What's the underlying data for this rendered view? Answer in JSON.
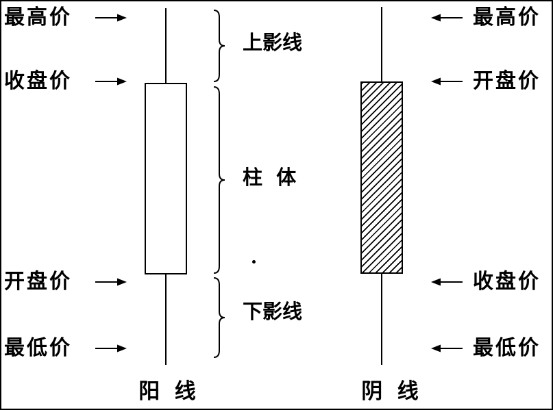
{
  "diagram": {
    "left_candle": {
      "price_labels": [
        "最高价",
        "收盘价",
        "开盘价",
        "最低价"
      ],
      "caption": "阳  线",
      "body_fill": "#ffffff"
    },
    "right_candle": {
      "price_labels": [
        "最高价",
        "开盘价",
        "收盘价",
        "最低价"
      ],
      "caption": "阴  线",
      "body_fill": "diagonal-hatch"
    },
    "anatomy_labels": {
      "upper_shadow": "上影线",
      "body": "柱  体",
      "lower_shadow": "下影线"
    },
    "colors": {
      "ink": "#000000",
      "background": "#ffffff"
    }
  }
}
